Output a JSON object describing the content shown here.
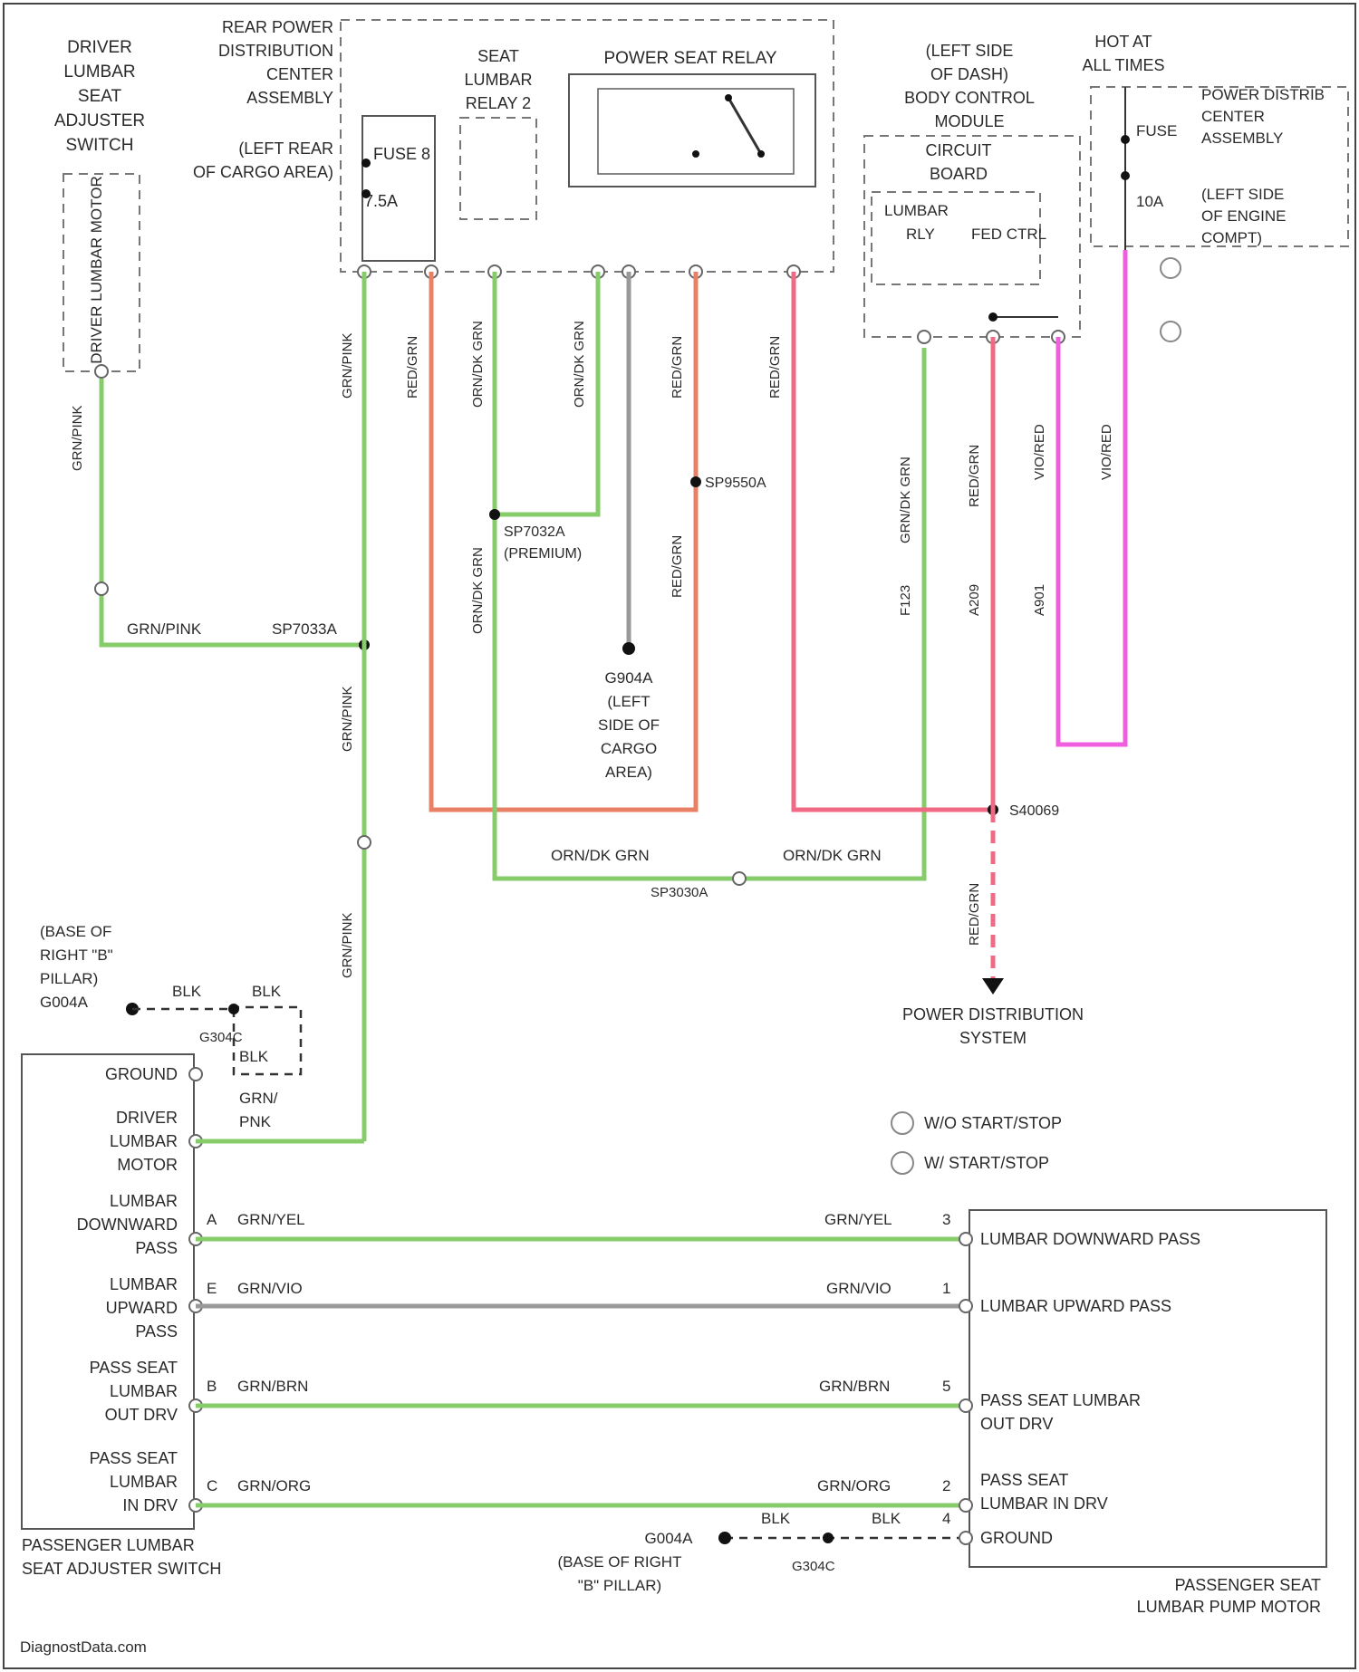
{
  "components": {
    "driver_switch_label": [
      "DRIVER",
      "LUMBAR",
      "SEAT",
      "ADJUSTER",
      "SWITCH"
    ],
    "driver_motor_label": "DRIVER LUMBAR MOTOR",
    "rear_pdc_label": [
      "REAR POWER",
      "DISTRIBUTION",
      "CENTER",
      "ASSEMBLY"
    ],
    "rear_pdc_location": [
      "(LEFT REAR",
      "OF CARGO AREA)"
    ],
    "fuse_label": "FUSE 8",
    "fuse_rating": "7.5A",
    "lumbar_relay_label": [
      "SEAT",
      "LUMBAR",
      "RELAY 2"
    ],
    "power_seat_relay_label": "POWER SEAT RELAY",
    "bcm_label": [
      "(LEFT SIDE",
      "OF DASH)",
      "BODY CONTROL",
      "MODULE"
    ],
    "circuit_board_label": [
      "CIRCUIT",
      "BOARD"
    ],
    "lumbar_rly_label": [
      "LUMBAR",
      "RLY"
    ],
    "fed_ctrl_label": "FED CTRL",
    "hot_label": [
      "HOT AT",
      "ALL TIMES"
    ],
    "front_pdc_label": [
      "POWER DISTRIB",
      "CENTER",
      "ASSEMBLY"
    ],
    "front_pdc_location": [
      "(LEFT SIDE",
      "OF ENGINE",
      "COMPT)"
    ],
    "fuse2_label": "FUSE",
    "fuse2_rating": "10A",
    "ground_g904": [
      "G904A",
      "(LEFT",
      "SIDE OF",
      "CARGO",
      "AREA)"
    ],
    "power_distribution": [
      "POWER DISTRIBUTION",
      "SYSTEM"
    ],
    "ground_right_top": [
      "(BASE OF",
      "RIGHT \"B\"",
      "PILLAR)",
      "G004A"
    ],
    "ground_bottom": [
      "G004A",
      "(BASE OF RIGHT",
      "\"B\" PILLAR)"
    ],
    "pass_switch_label": [
      "PASSENGER LUMBAR",
      "SEAT ADJUSTER SWITCH"
    ],
    "pass_switch_pins": [
      [
        "GROUND"
      ],
      [
        "DRIVER",
        "LUMBAR",
        "MOTOR"
      ],
      [
        "LUMBAR",
        "DOWNWARD",
        "PASS"
      ],
      [
        "LUMBAR",
        "UPWARD",
        "PASS"
      ],
      [
        "PASS SEAT",
        "LUMBAR",
        "OUT DRV"
      ],
      [
        "PASS SEAT",
        "LUMBAR",
        "IN DRV"
      ]
    ],
    "pump_motor_label": [
      "PASSENGER SEAT",
      "LUMBAR PUMP MOTOR"
    ],
    "pump_motor_pins": [
      [
        "LUMBAR DOWNWARD PASS"
      ],
      [
        "LUMBAR UPWARD PASS"
      ],
      [
        "PASS SEAT LUMBAR",
        "OUT DRV"
      ],
      [
        "PASS SEAT",
        "LUMBAR IN DRV"
      ],
      [
        "GROUND"
      ]
    ]
  },
  "wire_labels": {
    "grn_pink": "GRN/PINK",
    "sp_a": "SP7033A",
    "red_grn": "RED/GRN",
    "orn_dk_grn": "ORN/DK GRN",
    "sp_premium": [
      "SP7032A",
      "(PREMIUM)"
    ],
    "sp_red": "SP9550A",
    "sp_bottom": "SP3030A",
    "grn_dk_grn": "GRN/DK GRN",
    "sp_dash": "S40069",
    "circuit_f123": "F123",
    "circuit_a209": "A209",
    "circuit_a901": "A901",
    "violet_red": "VIO/RED",
    "blk": "BLK",
    "g304": "G304C",
    "grn_pnk_split": [
      "GRN/",
      "PNK"
    ],
    "grn_yel": "GRN/YEL",
    "grn_vio": "GRN/VIO",
    "grn_brn": "GRN/BRN",
    "grn_org": "GRN/ORG",
    "pin_letters": [
      "A",
      "E",
      "B",
      "C"
    ],
    "pin_numbers": [
      "3",
      "1",
      "5",
      "2",
      "4"
    ]
  },
  "legend": [
    "W/O START/STOP",
    "W/ START/STOP"
  ],
  "footer": "DiagnostData.com"
}
